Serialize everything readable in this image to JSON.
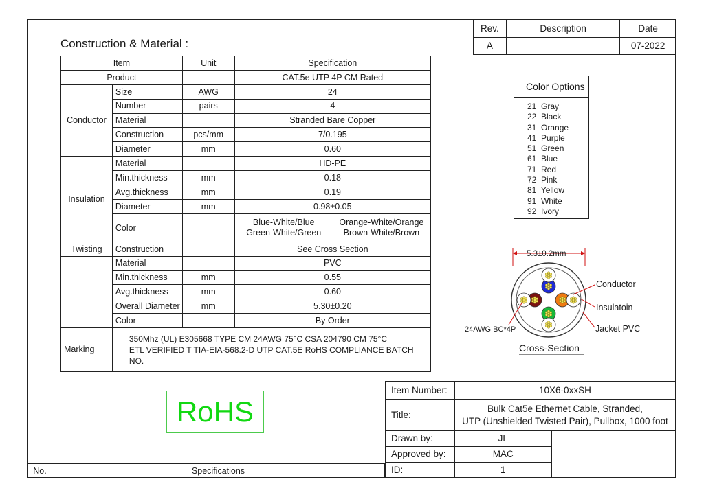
{
  "heading": "Construction & Material :",
  "revision": {
    "headers": [
      "Rev.",
      "Description",
      "Date"
    ],
    "row": [
      "A",
      "",
      "07-2022"
    ]
  },
  "spec_header": {
    "item": "Item",
    "unit": "Unit",
    "spec": "Specification"
  },
  "product": {
    "label": "Product",
    "value": "CAT.5e UTP 4P CM Rated"
  },
  "conductor": {
    "label": "Conductor",
    "rows": [
      {
        "item": "Size",
        "unit": "AWG",
        "value": "24"
      },
      {
        "item": "Number",
        "unit": "pairs",
        "value": "4"
      },
      {
        "item": "Material",
        "unit": "",
        "value": "Stranded Bare Copper"
      },
      {
        "item": "Construction",
        "unit": "pcs/mm",
        "value": "7/0.195"
      },
      {
        "item": "Diameter",
        "unit": "mm",
        "value": "0.60"
      }
    ]
  },
  "insulation": {
    "label": "Insulation",
    "rows": [
      {
        "item": "Material",
        "unit": "",
        "value": "HD-PE"
      },
      {
        "item": "Min.thickness",
        "unit": "mm",
        "value": "0.18"
      },
      {
        "item": "Avg.thickness",
        "unit": "mm",
        "value": "0.19"
      },
      {
        "item": "Diameter",
        "unit": "mm",
        "value": "0.98±0.05"
      }
    ],
    "color_label": "Color",
    "colors": [
      "Blue-White/Blue",
      "Orange-White/Orange",
      "Green-White/Green",
      "Brown-White/Brown"
    ]
  },
  "twisting": {
    "label": "Twisting",
    "item": "Construction",
    "value": "See Cross Section"
  },
  "jacket": {
    "rows": [
      {
        "item": "Material",
        "unit": "",
        "value": "PVC"
      },
      {
        "item": "Min.thickness",
        "unit": "mm",
        "value": "0.55"
      },
      {
        "item": "Avg.thickness",
        "unit": "mm",
        "value": "0.60"
      },
      {
        "item": "Overall Diameter",
        "unit": "mm",
        "value": "5.30±0.20"
      },
      {
        "item": "Color",
        "unit": "",
        "value": "By Order"
      }
    ]
  },
  "marking": {
    "label": "Marking",
    "line1": "350Mhz  (UL) E305668 TYPE CM 24AWG 75°C   CSA 204790 CM 75°C",
    "line2": "ETL VERIFIED T TIA-EIA-568.2-D UTP CAT.5E RoHS COMPLIANCE     BATCH NO."
  },
  "color_options": {
    "title": "Color Options",
    "items": [
      "21  Gray",
      "22  Black",
      "31  Orange",
      "41  Purple",
      "51  Green",
      "61  Blue",
      "71  Red",
      "72  Pink",
      "81  Yellow",
      "91  White",
      "92  Ivory"
    ]
  },
  "cross_section": {
    "dimension": "5.3±0.2mm",
    "labels": {
      "conductor": "Conductor",
      "insulation": "Insulatoin",
      "jacket": "Jacket PVC",
      "bc": "24AWG BC*4P"
    },
    "caption": "Cross-Section",
    "colors": {
      "blue": "#1f2bd6",
      "brown": "#7a1212",
      "orange": "#f07a12",
      "green": "#18b83a",
      "white": "#ffffff",
      "strand": "#f2e35a"
    }
  },
  "rohs": "RoHS",
  "title_block": {
    "item_number_label": "Item Number:",
    "item_number": "10X6-0xxSH",
    "title_label": "Title:",
    "title_line1": "Bulk Cat5e Ethernet Cable, Stranded,",
    "title_line2": "UTP (Unshielded Twisted Pair), Pullbox, 1000 foot",
    "drawn_label": "Drawn by:",
    "drawn": "JL",
    "approved_label": "Approved by:",
    "approved": "MAC",
    "id_label": "ID:",
    "id": "1"
  },
  "footer": {
    "no": "No.",
    "specs": "Specifications"
  }
}
